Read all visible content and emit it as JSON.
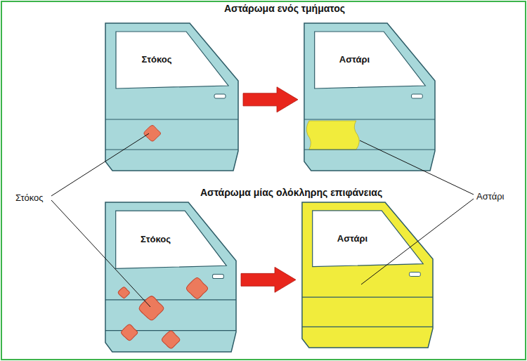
{
  "diagram": {
    "title": "Αστάρωμα ενός τμήματος",
    "nodes": [
      {
        "text": [
          "Στόκος"
        ]
      },
      {
        "text": [
          "Αστάρι"
        ]
      },
      {
        "text": [
          "Στόκος"
        ]
      },
      {
        "text": [
          "Αστάρι"
        ]
      }
    ],
    "edges": [
      {
        "from": 0,
        "to": 1,
        "arrow": "to"
      },
      {
        "from": 2,
        "to": 3,
        "arrow": "to"
      }
    ],
    "labels": [
      "Αστάρωμα μίας ολόκληρης επιφάνειας",
      "Στόκος",
      "Αστάρι"
    ]
  }
}
